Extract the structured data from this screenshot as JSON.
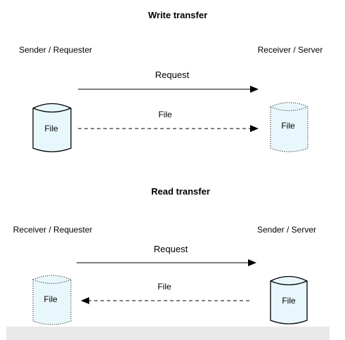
{
  "colors": {
    "cylinder_fill": "#e8f7fc",
    "line": "#000000",
    "footer_bar": "#e9e9e9"
  },
  "write": {
    "title": "Write transfer",
    "left_role": "Sender / Requester",
    "right_role": "Receiver / Server",
    "request_label": "Request",
    "file_label": "File",
    "left_store_label": "File",
    "right_store_label": "File",
    "left_store_style": "solid",
    "right_store_style": "dotted",
    "file_arrow_direction": "left-to-right"
  },
  "read": {
    "title": "Read transfer",
    "left_role": "Receiver / Requester",
    "right_role": "Sender / Server",
    "request_label": "Request",
    "file_label": "File",
    "left_store_label": "File",
    "right_store_label": "File",
    "left_store_style": "dotted",
    "right_store_style": "solid",
    "file_arrow_direction": "right-to-left"
  }
}
